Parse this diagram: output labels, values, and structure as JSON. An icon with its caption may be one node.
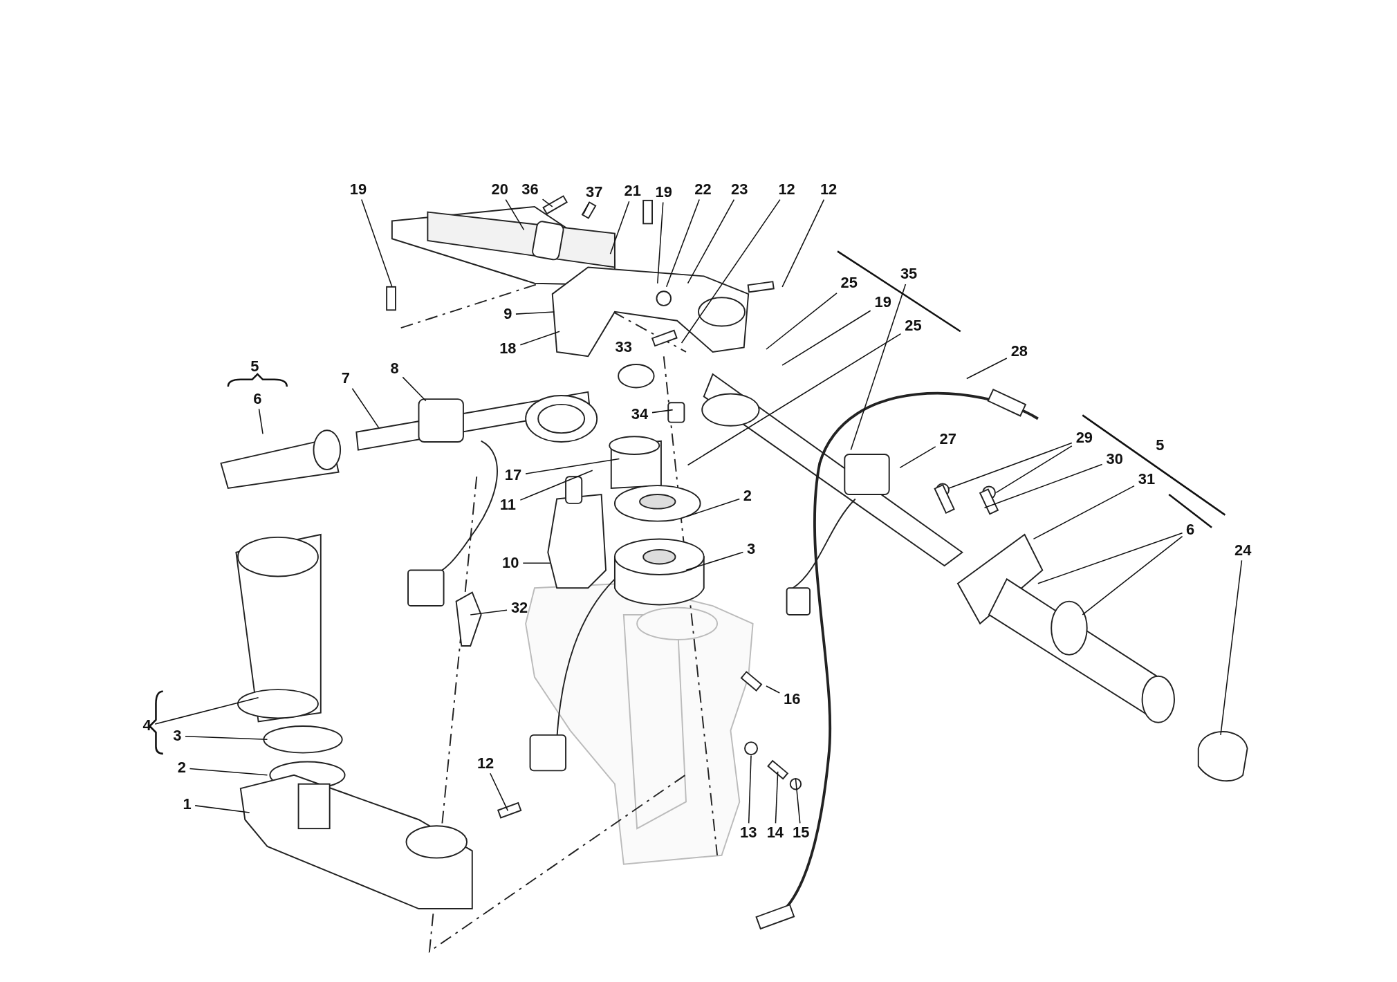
{
  "diagram": {
    "nodes": [
      {
        "text": [
          "19"
        ]
      },
      {
        "text": [
          "20"
        ]
      },
      {
        "text": [
          "36"
        ]
      },
      {
        "text": [
          "37"
        ]
      },
      {
        "text": [
          "21"
        ]
      },
      {
        "text": [
          "19"
        ]
      },
      {
        "text": [
          "22"
        ]
      },
      {
        "text": [
          "23"
        ]
      },
      {
        "text": [
          "12"
        ]
      },
      {
        "text": [
          "12"
        ]
      },
      {
        "text": [
          "35"
        ]
      },
      {
        "text": [
          "25"
        ]
      },
      {
        "text": [
          "19"
        ]
      },
      {
        "text": [
          "9"
        ]
      },
      {
        "text": [
          "25"
        ]
      },
      {
        "text": [
          "18"
        ]
      },
      {
        "text": [
          "28"
        ]
      },
      {
        "text": [
          "7"
        ]
      },
      {
        "text": [
          "8"
        ]
      },
      {
        "text": [
          "6"
        ]
      },
      {
        "text": [
          "34"
        ]
      },
      {
        "text": [
          "29"
        ]
      },
      {
        "text": [
          "27"
        ]
      },
      {
        "text": [
          "30"
        ]
      },
      {
        "text": [
          "31"
        ]
      },
      {
        "text": [
          "17"
        ]
      },
      {
        "text": [
          "11"
        ]
      },
      {
        "text": [
          "2"
        ]
      },
      {
        "text": [
          "6"
        ]
      },
      {
        "text": [
          "24"
        ]
      },
      {
        "text": [
          "3"
        ]
      },
      {
        "text": [
          "10"
        ]
      },
      {
        "text": [
          "32"
        ]
      },
      {
        "text": [
          "16"
        ]
      },
      {
        "text": [
          "4"
        ]
      },
      {
        "text": [
          "3"
        ]
      },
      {
        "text": [
          "2"
        ]
      },
      {
        "text": [
          "12"
        ]
      },
      {
        "text": [
          "1"
        ]
      },
      {
        "text": [
          "13"
        ]
      },
      {
        "text": [
          "14"
        ]
      },
      {
        "text": [
          "15"
        ]
      }
    ],
    "edges": [
      {
        "from": 0,
        "to": null,
        "arrow": "none"
      },
      {
        "from": 1,
        "to": null,
        "arrow": "none"
      },
      {
        "from": 2,
        "to": null,
        "arrow": "none"
      },
      {
        "from": 3,
        "to": null,
        "arrow": "none"
      },
      {
        "from": 4,
        "to": null,
        "arrow": "none"
      },
      {
        "from": 5,
        "to": null,
        "arrow": "none"
      },
      {
        "from": 6,
        "to": null,
        "arrow": "none"
      },
      {
        "from": 7,
        "to": null,
        "arrow": "none"
      },
      {
        "from": 8,
        "to": null,
        "arrow": "none"
      },
      {
        "from": 9,
        "to": null,
        "arrow": "none"
      },
      {
        "from": 10,
        "to": null,
        "arrow": "none"
      },
      {
        "from": 11,
        "to": null,
        "arrow": "none"
      },
      {
        "from": 12,
        "to": null,
        "arrow": "none"
      },
      {
        "from": 13,
        "to": null,
        "arrow": "none"
      },
      {
        "from": 14,
        "to": null,
        "arrow": "none"
      },
      {
        "from": 15,
        "to": null,
        "arrow": "none"
      },
      {
        "from": 16,
        "to": null,
        "arrow": "none"
      },
      {
        "from": 17,
        "to": null,
        "arrow": "none"
      },
      {
        "from": 18,
        "to": null,
        "arrow": "none"
      },
      {
        "from": 19,
        "to": null,
        "arrow": "none"
      },
      {
        "from": 20,
        "to": null,
        "arrow": "none"
      },
      {
        "from": 21,
        "to": null,
        "arrow": "none"
      },
      {
        "from": 21,
        "to": null,
        "arrow": "none"
      },
      {
        "from": 22,
        "to": null,
        "arrow": "none"
      },
      {
        "from": 23,
        "to": null,
        "arrow": "none"
      },
      {
        "from": 24,
        "to": null,
        "arrow": "none"
      },
      {
        "from": 25,
        "to": null,
        "arrow": "none"
      },
      {
        "from": 26,
        "to": null,
        "arrow": "none"
      },
      {
        "from": 27,
        "to": null,
        "arrow": "none"
      },
      {
        "from": 28,
        "to": null,
        "arrow": "none"
      },
      {
        "from": 28,
        "to": null,
        "arrow": "none"
      },
      {
        "from": 29,
        "to": null,
        "arrow": "none"
      },
      {
        "from": 30,
        "to": null,
        "arrow": "none"
      },
      {
        "from": 31,
        "to": null,
        "arrow": "none"
      },
      {
        "from": 32,
        "to": null,
        "arrow": "none"
      },
      {
        "from": 33,
        "to": null,
        "arrow": "none"
      },
      {
        "from": 34,
        "to": null,
        "arrow": "none"
      },
      {
        "from": 35,
        "to": null,
        "arrow": "none"
      },
      {
        "from": 36,
        "to": null,
        "arrow": "none"
      },
      {
        "from": 37,
        "to": null,
        "arrow": "none"
      },
      {
        "from": 38,
        "to": null,
        "arrow": "none"
      },
      {
        "from": 39,
        "to": null,
        "arrow": "none"
      },
      {
        "from": 40,
        "to": null,
        "arrow": "none"
      },
      {
        "from": 41,
        "to": null,
        "arrow": "none"
      }
    ],
    "labels": [
      "33",
      "5",
      "5"
    ]
  }
}
